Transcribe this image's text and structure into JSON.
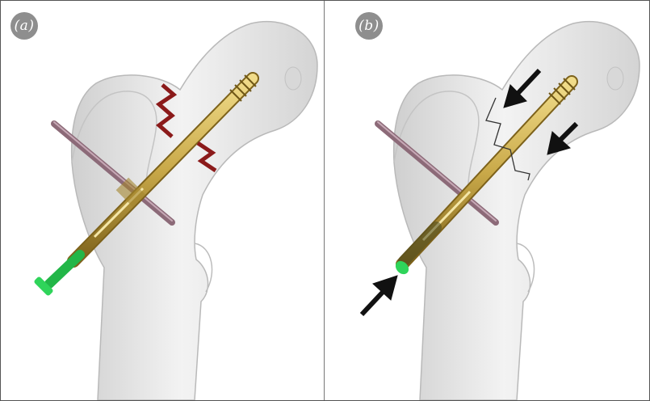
{
  "figure": {
    "panel_a": {
      "label": "(a)"
    },
    "panel_b": {
      "label": "(b)"
    }
  },
  "colors": {
    "bone_fill": "#e6e6e6",
    "bone_edge": "#b9b9b9",
    "implant_gold": "#c9a949",
    "implant_dark": "#8a6d1e",
    "pin": "#8c6a78",
    "fracture_red": "#8b1a1a",
    "fracture_line": "#333333",
    "end_cap_green": "#2fd45a",
    "arrow": "#111111",
    "badge": "#8e8e8e"
  },
  "icons": [
    "femur-bone",
    "lag-screw-implant",
    "anti-rotation-pin",
    "fracture-line",
    "end-cap",
    "arrow"
  ]
}
